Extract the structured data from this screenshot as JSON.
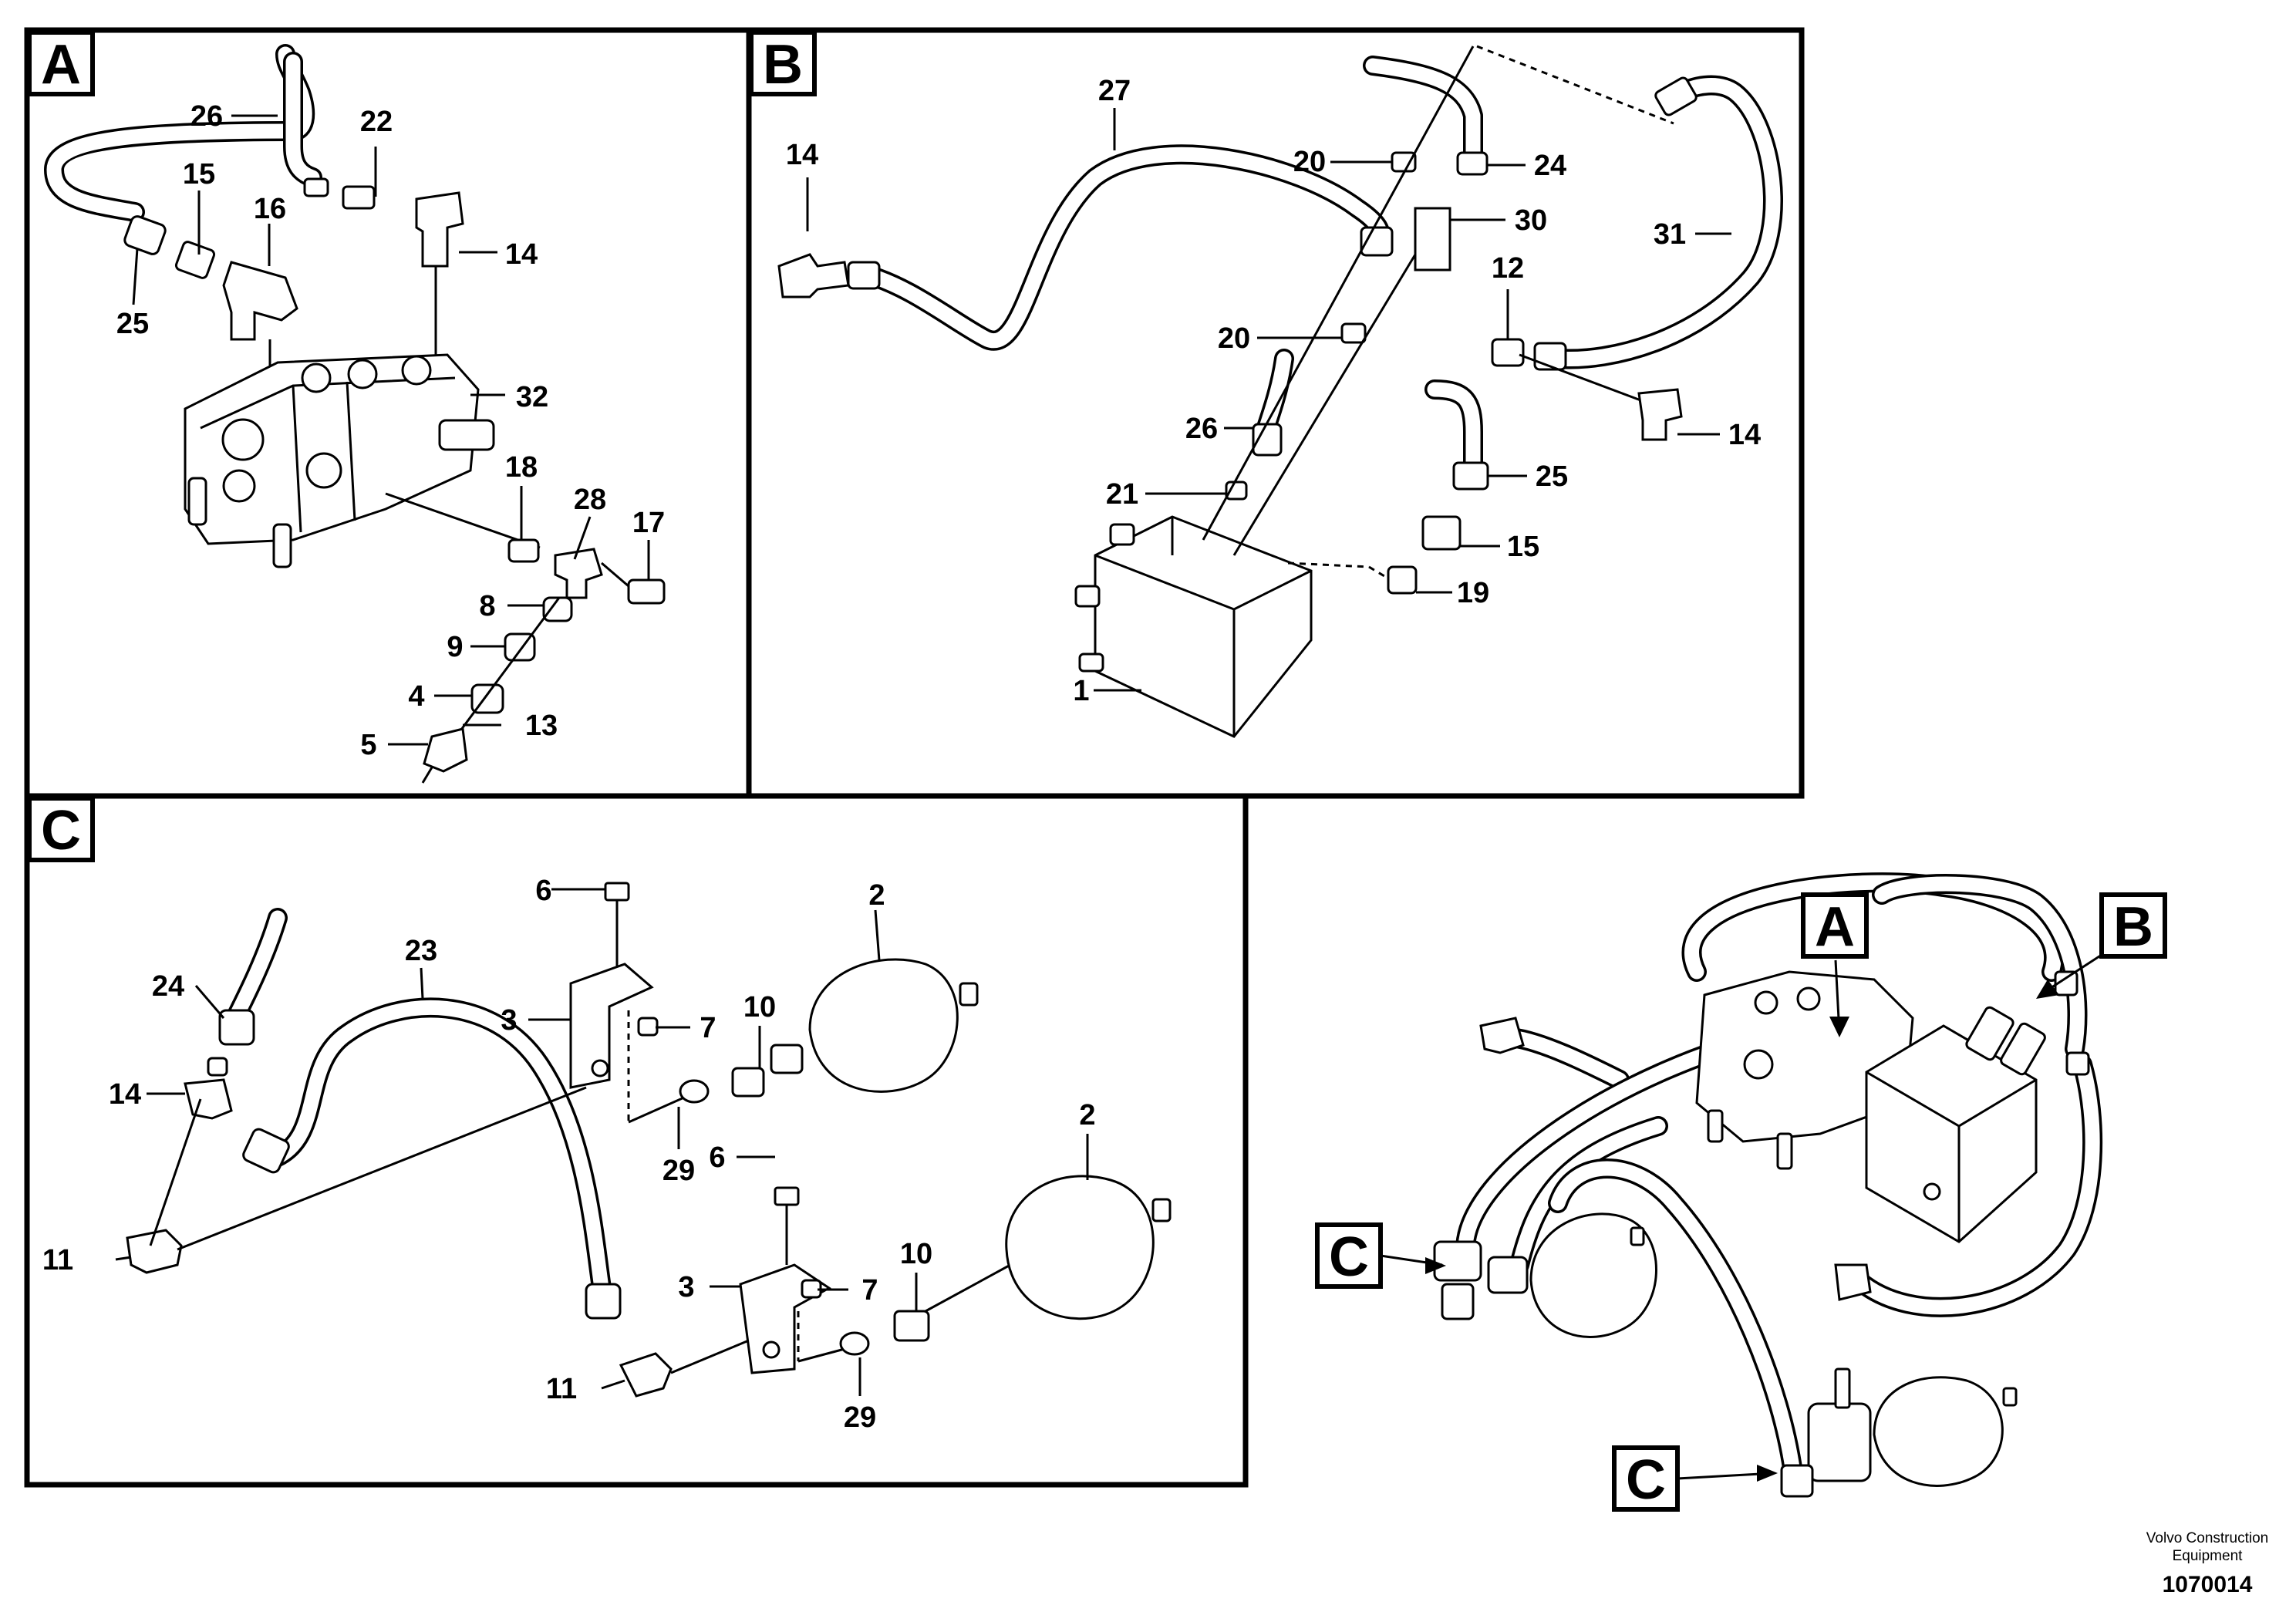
{
  "panels": {
    "A": {
      "tag": "A",
      "labels": [
        "26",
        "22",
        "15",
        "16",
        "14",
        "25",
        "32",
        "18",
        "28",
        "17",
        "8",
        "9",
        "4",
        "13",
        "5"
      ]
    },
    "B": {
      "tag": "B",
      "labels": [
        "27",
        "14",
        "20",
        "24",
        "30",
        "31",
        "12",
        "20",
        "26",
        "21",
        "25",
        "14",
        "15",
        "19",
        "1"
      ]
    },
    "C": {
      "tag": "C",
      "labels": [
        "6",
        "2",
        "23",
        "24",
        "3",
        "7",
        "10",
        "14",
        "29",
        "6",
        "2",
        "11",
        "10",
        "3",
        "7",
        "11",
        "29"
      ]
    }
  },
  "overview": {
    "callouts": [
      "A",
      "B",
      "C",
      "C"
    ]
  },
  "footer": {
    "company_line1": "Volvo Construction",
    "company_line2": "Equipment",
    "drawing_number": "1070014"
  }
}
